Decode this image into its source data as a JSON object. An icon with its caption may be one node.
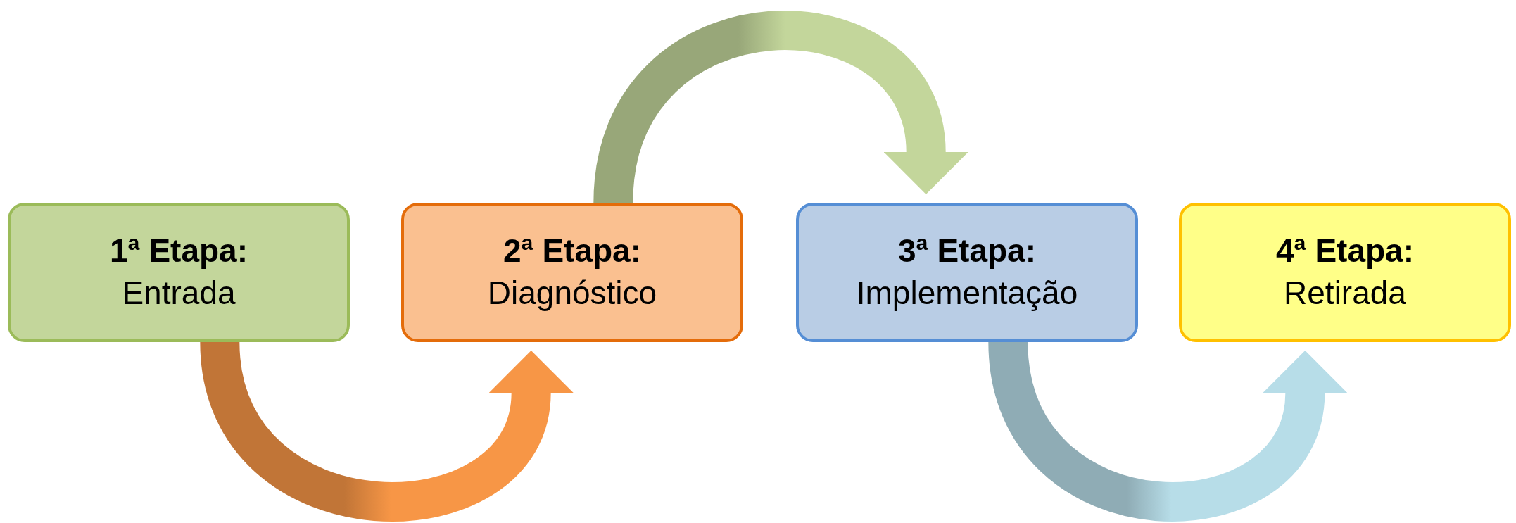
{
  "diagram": {
    "nodes": [
      {
        "text": [
          "1ª Etapa:",
          "Entrada"
        ]
      },
      {
        "text": [
          "2ª Etapa:",
          "Diagnóstico"
        ]
      },
      {
        "text": [
          "3ª Etapa:",
          "Implementação"
        ]
      },
      {
        "text": [
          "4ª Etapa:",
          "Retirada"
        ]
      }
    ],
    "edges": [
      {
        "from": 0,
        "to": 1,
        "arrow": "to",
        "color": "#f79646"
      },
      {
        "from": 1,
        "to": 2,
        "arrow": "to",
        "color": "#c3d69b"
      },
      {
        "from": 2,
        "to": 3,
        "arrow": "to",
        "color": "#b7dde8"
      }
    ]
  }
}
